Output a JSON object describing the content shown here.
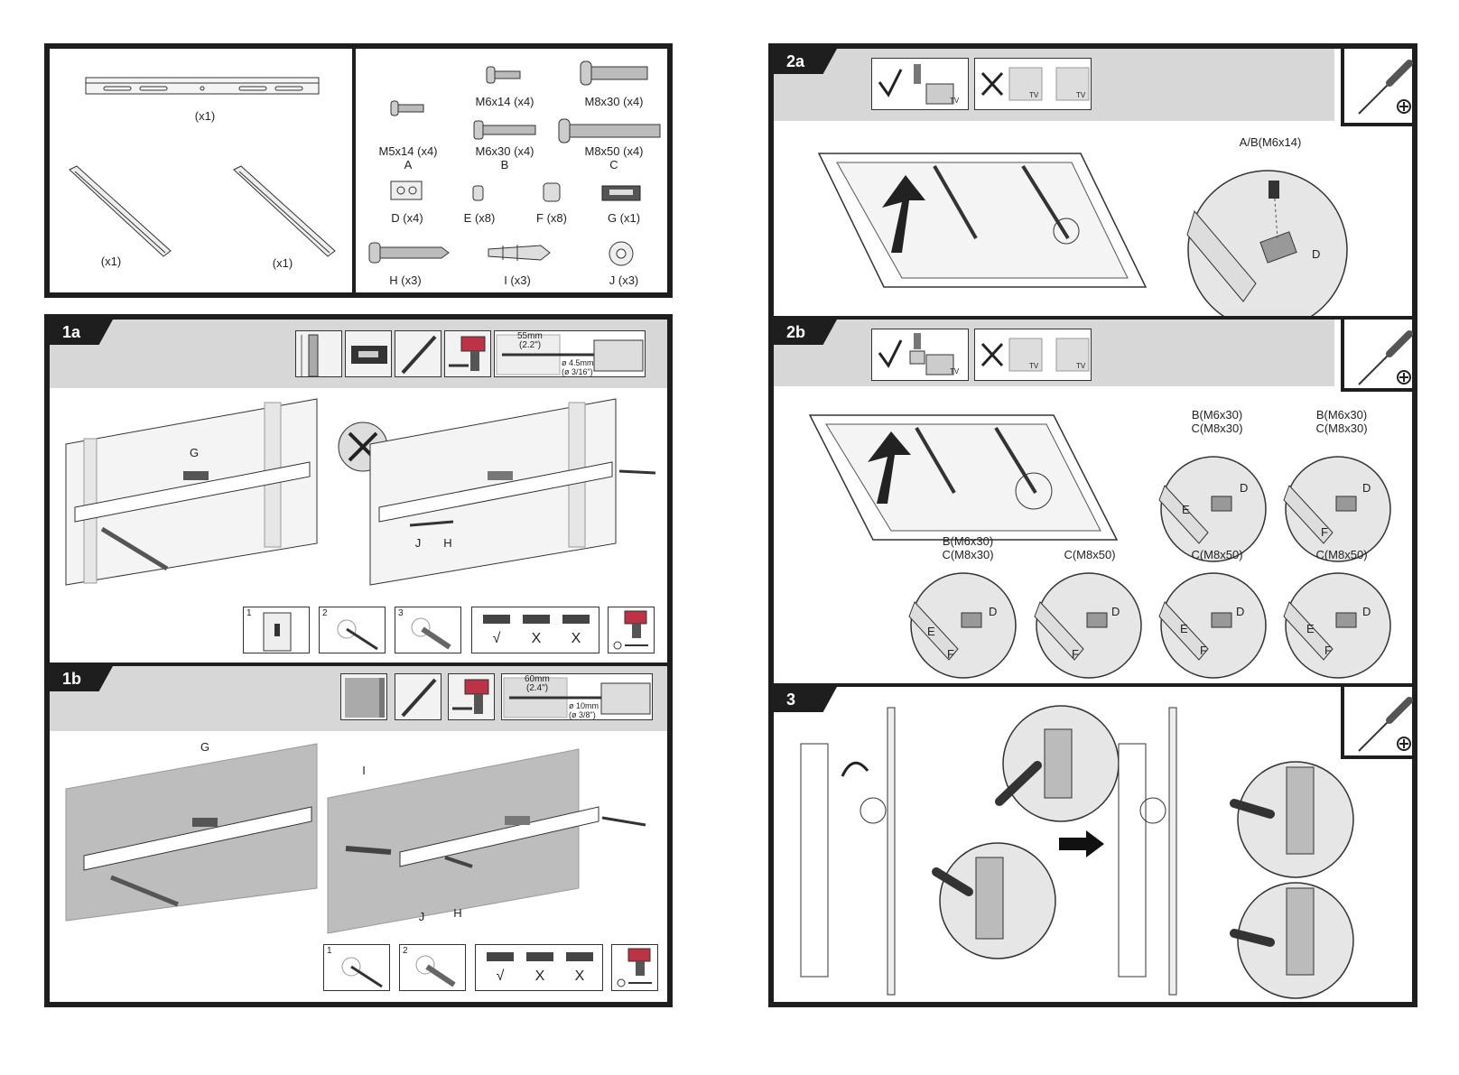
{
  "parts": {
    "bracket_qty": "(x1)",
    "arm_left_qty": "(x1)",
    "arm_right_qty": "(x1)",
    "screws": [
      {
        "label": "M5x14 (x4)",
        "letter": "A"
      },
      {
        "label": "M6x14 (x4)",
        "letter": ""
      },
      {
        "label": "M8x30 (x4)",
        "letter": ""
      },
      {
        "label": "M6x30 (x4)",
        "letter": "B"
      },
      {
        "label": "M8x50 (x4)",
        "letter": "C"
      }
    ],
    "hardware": [
      {
        "label": "D (x4)"
      },
      {
        "label": "E (x8)"
      },
      {
        "label": "F (x8)"
      },
      {
        "label": "G (x1)"
      },
      {
        "label": "H  (x3)"
      },
      {
        "label": "I (x3)"
      },
      {
        "label": "J (x3)"
      }
    ]
  },
  "step_1a": {
    "tag": "1a",
    "drill_depth": "55mm",
    "drill_depth_in": "(2.2\")",
    "drill_dia": "ø 4.5mm",
    "drill_dia_in": "(ø 3/16\")",
    "label_g": "G",
    "label_j": "J",
    "label_h": "H",
    "substeps": [
      "1",
      "2",
      "3"
    ],
    "check": "√",
    "cross1": "X",
    "cross2": "X"
  },
  "step_1b": {
    "tag": "1b",
    "drill_depth": "60mm",
    "drill_depth_in": "(2.4\")",
    "drill_dia": "ø 10mm",
    "drill_dia_in": "(ø 3/8\")",
    "label_g": "G",
    "label_i": "I",
    "label_j": "J",
    "label_h": "H",
    "substeps": [
      "1",
      "2"
    ],
    "check": "√",
    "cross1": "X",
    "cross2": "X"
  },
  "step_2a": {
    "tag": "2a",
    "tv_label": "TV",
    "callout": "A/B(M6x14)",
    "label_d": "D"
  },
  "step_2b": {
    "tag": "2b",
    "tv_label": "TV",
    "callouts": [
      {
        "line1": "B(M6x30)",
        "line2": "C(M8x30)"
      },
      {
        "line1": "B(M6x30)",
        "line2": "C(M8x30)"
      },
      {
        "line1": "B(M6x30)",
        "line2": "C(M8x30)"
      },
      {
        "line1": "C(M8x50)",
        "line2": ""
      },
      {
        "line1": "C(M8x50)",
        "line2": ""
      },
      {
        "line1": "C(M8x50)",
        "line2": ""
      }
    ],
    "label_d": "D",
    "label_e": "E",
    "label_f": "F"
  },
  "step_3": {
    "tag": "3"
  },
  "colors": {
    "frame": "#1e1e1e",
    "band": "#d7d7d7",
    "wall": "#bdbdbd"
  }
}
